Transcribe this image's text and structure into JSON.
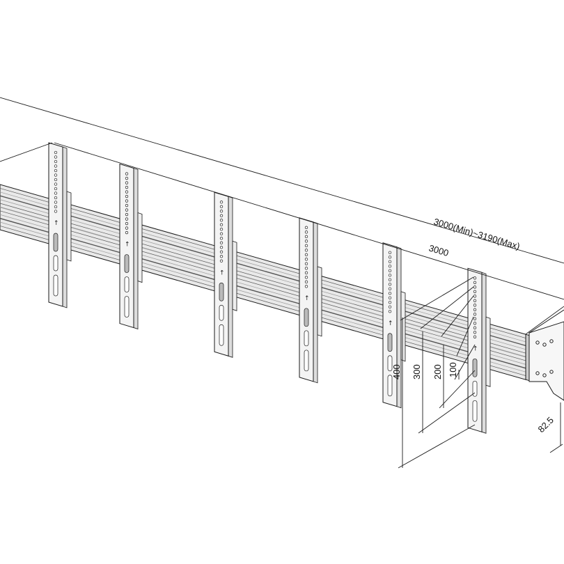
{
  "diagram": {
    "overall_length_label": "3000(Min)~3190(Max)",
    "rail_length_label": "3000",
    "vesa_heights": [
      "400",
      "300",
      "200",
      "100"
    ],
    "depth_label": "82.5",
    "plate_count": 6,
    "line_color": "#1a1a1a",
    "fill_color": "#f4f4f4"
  }
}
